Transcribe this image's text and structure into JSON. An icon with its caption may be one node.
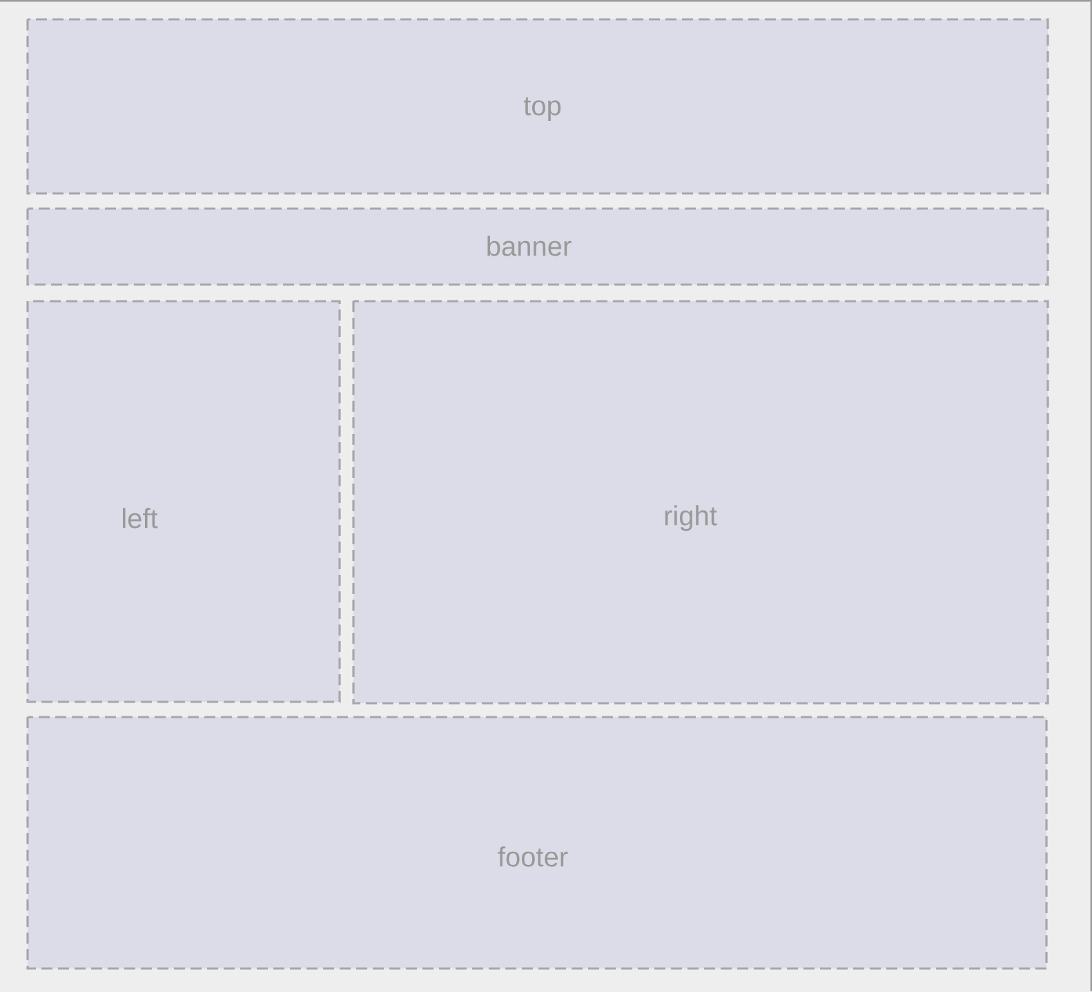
{
  "diagram": {
    "nodes": [
      {
        "text": [
          "top"
        ]
      },
      {
        "text": [
          "banner"
        ]
      },
      {
        "text": [
          "left"
        ]
      },
      {
        "text": [
          "right"
        ]
      },
      {
        "text": [
          "footer"
        ]
      }
    ]
  }
}
